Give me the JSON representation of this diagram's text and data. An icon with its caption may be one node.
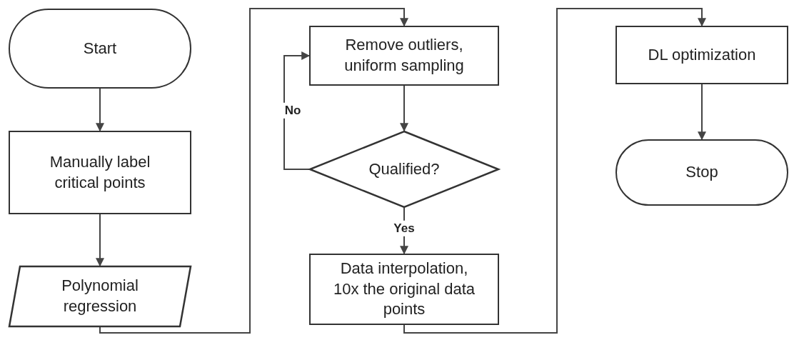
{
  "diagram": {
    "nodes": [
      {
        "text": [
          "Start"
        ]
      },
      {
        "text": [
          "Manually label critical points"
        ]
      },
      {
        "text": [
          "Polynomial regression"
        ]
      },
      {
        "text": [
          "Remove outliers, uniform sampling"
        ]
      },
      {
        "text": [
          "Qualified?"
        ]
      },
      {
        "text": [
          "Data interpolation, 10x the original data points"
        ]
      },
      {
        "text": [
          "DL optimization"
        ]
      },
      {
        "text": [
          "Stop"
        ]
      }
    ],
    "edges": [
      {
        "from": 0,
        "to": 1,
        "arrow": "to"
      },
      {
        "from": 1,
        "to": 2,
        "arrow": "to"
      },
      {
        "from": 2,
        "to": 3,
        "arrow": "to"
      },
      {
        "from": 3,
        "to": 4,
        "arrow": "to"
      },
      {
        "from": 4,
        "to": 3,
        "arrow": "to",
        "label": "No"
      },
      {
        "from": 4,
        "to": 5,
        "arrow": "to",
        "label": "Yes"
      },
      {
        "from": 5,
        "to": 6,
        "arrow": "to"
      },
      {
        "from": 6,
        "to": 7,
        "arrow": "to"
      }
    ]
  }
}
